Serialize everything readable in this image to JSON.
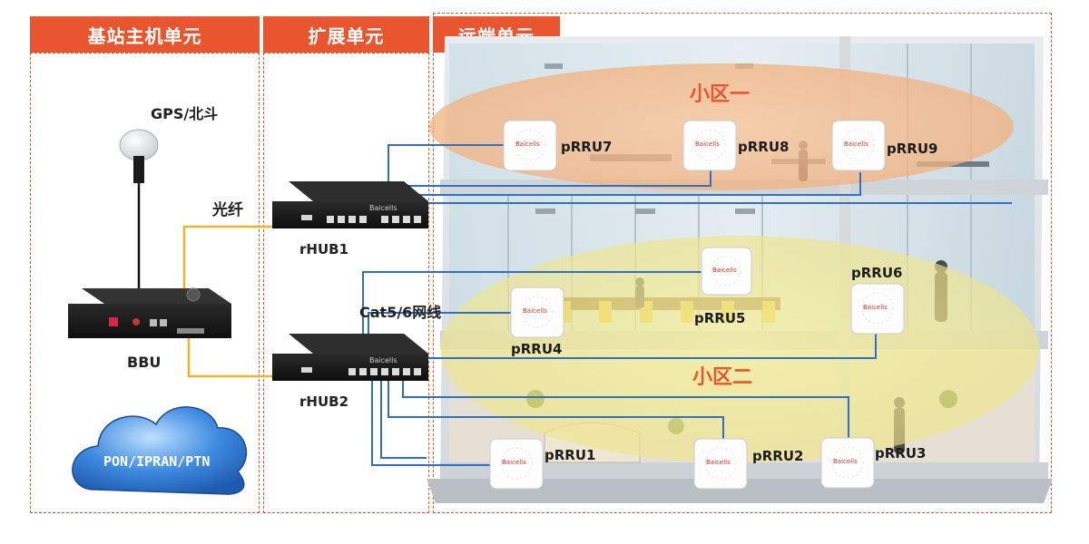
{
  "sections": {
    "host": "基站主机单元",
    "expansion": "扩展单元",
    "remote": "远端单元"
  },
  "labels": {
    "gps": "GPS/北斗",
    "fiber": "光纤",
    "bbu": "BBU",
    "cloud": "PON/IPRAN/PTN",
    "cable": "Cat5/6网线",
    "rhub1": "rHUB1",
    "rhub2": "rHUB2",
    "cell1": "小区一",
    "cell2": "小区二",
    "brand": "Baicells"
  },
  "prrus": {
    "p1": "pRRU1",
    "p2": "pRRU2",
    "p3": "pRRU3",
    "p4": "pRRU4",
    "p5": "pRRU5",
    "p6": "pRRU6",
    "p7": "pRRU7",
    "p8": "pRRU8",
    "p9": "pRRU9"
  },
  "colors": {
    "accent": "#e8552e",
    "fiber": "#f0b429",
    "ethernet": "#2f6fc4"
  }
}
